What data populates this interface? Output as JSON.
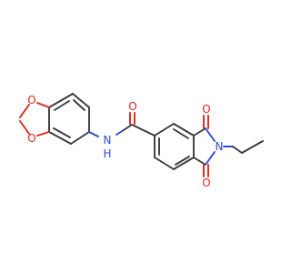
{
  "molecule": {
    "atom_labels": {
      "o_dioxole_top": "O",
      "o_dioxole_bottom": "O",
      "nh": "N",
      "nh_h": "H",
      "o_amide": "O",
      "o_imide_top": "O",
      "n_imide": "N",
      "o_imide_bottom": "O"
    },
    "colors": {
      "bond": "#3a3a3a",
      "oxygen": "#e0251b",
      "nitrogen": "#2a48d4"
    }
  }
}
